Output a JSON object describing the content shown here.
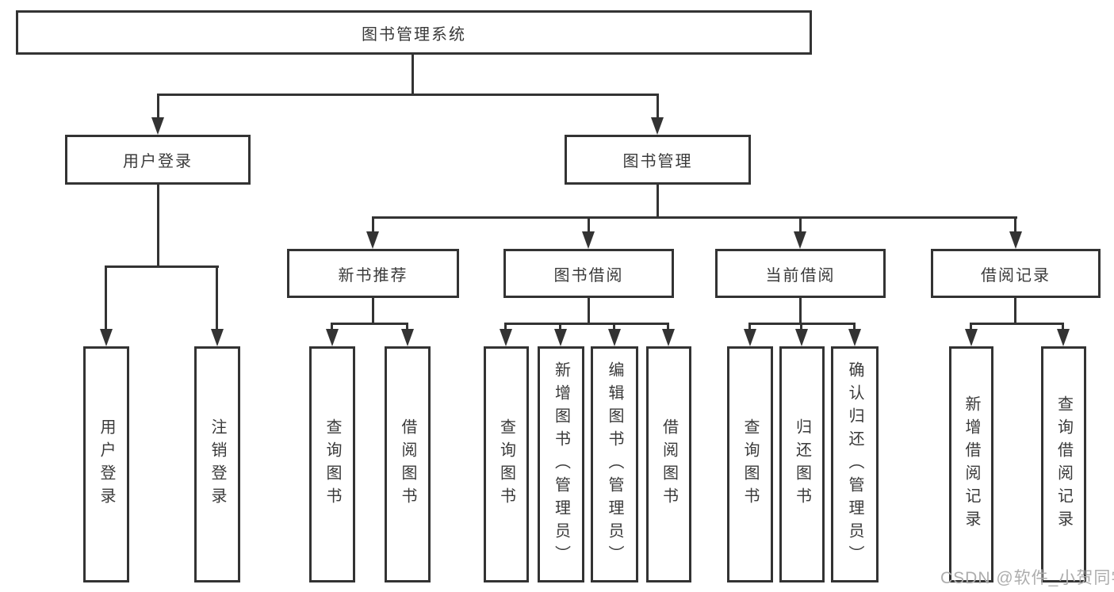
{
  "colors": {
    "line": "#333333",
    "text": "#3a3a3a",
    "background": "#ffffff",
    "watermark": "#adadad"
  },
  "watermark": "CSDN @软件_小贺同学",
  "tree": {
    "root_label": "图书管理系统",
    "login": {
      "label": "用户登录",
      "children": [
        {
          "label": "用户登录"
        },
        {
          "label": "注销登录"
        }
      ]
    },
    "management": {
      "label": "图书管理",
      "children": [
        {
          "label": "新书推荐",
          "children": [
            {
              "label": "查询图书"
            },
            {
              "label": "借阅图书"
            }
          ]
        },
        {
          "label": "图书借阅",
          "children": [
            {
              "label": "查询图书"
            },
            {
              "label": "新增图书（管理员）"
            },
            {
              "label": "编辑图书（管理员）"
            },
            {
              "label": "借阅图书"
            }
          ]
        },
        {
          "label": "当前借阅",
          "children": [
            {
              "label": "查询图书"
            },
            {
              "label": "归还图书"
            },
            {
              "label": "确认归还（管理员）"
            }
          ]
        },
        {
          "label": "借阅记录",
          "children": [
            {
              "label": "新增借阅记录"
            },
            {
              "label": "查询借阅记录"
            }
          ]
        }
      ]
    }
  }
}
